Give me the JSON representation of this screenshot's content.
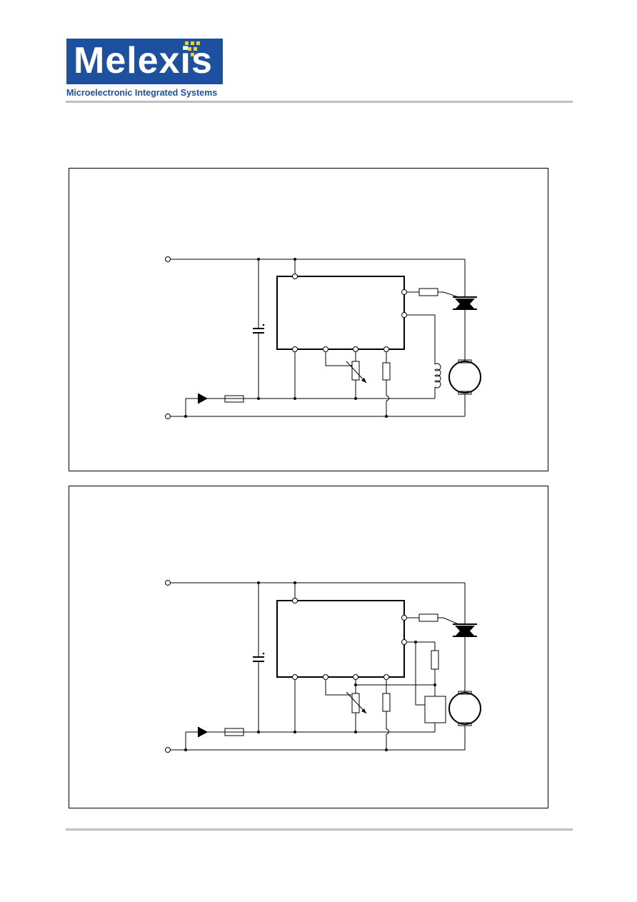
{
  "header": {
    "logo_text": "Melexis",
    "logo_tagline": "Microelectronic Integrated Systems",
    "brand_color": "#1e50a0",
    "accent_color": "#f5d200"
  },
  "figures": [
    {
      "name": "application-circuit-with-shunt-coil"
    },
    {
      "name": "application-circuit-with-sensor-module"
    }
  ]
}
